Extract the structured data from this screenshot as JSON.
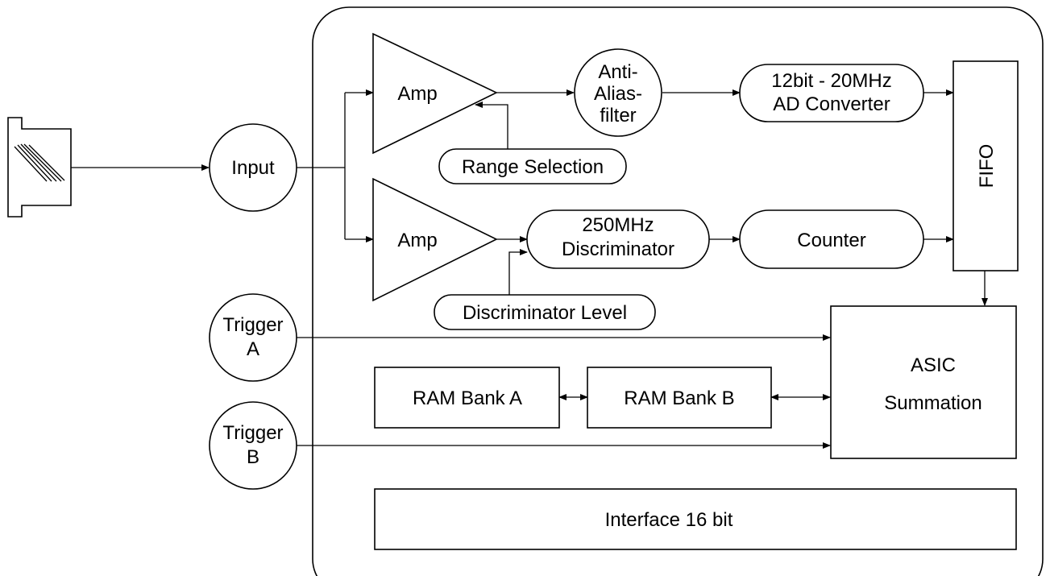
{
  "colors": {
    "stroke": "#000000",
    "background": "#ffffff"
  },
  "icons": {
    "detector": "detector-crystal-icon"
  },
  "labels": {
    "input": "Input",
    "amp_top": "Amp",
    "amp_bottom": "Amp",
    "antialias": [
      "Anti-",
      "Alias-",
      "filter"
    ],
    "adc": [
      "12bit - 20MHz",
      "AD Converter"
    ],
    "range_selection": "Range Selection",
    "discriminator": [
      "250MHz",
      "Discriminator"
    ],
    "counter": "Counter",
    "discriminator_level": "Discriminator Level",
    "fifo": "FIFO",
    "trigger_a": [
      "Trigger",
      "A"
    ],
    "trigger_b": [
      "Trigger",
      "B"
    ],
    "ram_a": "RAM Bank A",
    "ram_b": "RAM Bank B",
    "asic": [
      "ASIC",
      "Summation"
    ],
    "interface": "Interface 16 bit"
  }
}
